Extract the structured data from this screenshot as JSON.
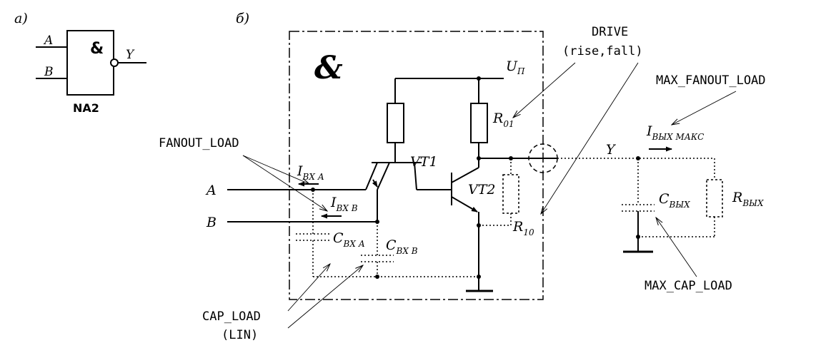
{
  "panel_a": {
    "label": "а)",
    "gate_symbol": "&",
    "input_a": "A",
    "input_b": "B",
    "output": "Y",
    "cell_name": "NA2"
  },
  "panel_b": {
    "label": "б)",
    "gate_symbol": "&",
    "supply": {
      "main": "U",
      "sub": "П"
    },
    "r01": {
      "main": "R",
      "sub": "01"
    },
    "r10": {
      "main": "R",
      "sub": "10"
    },
    "vt1": "VT1",
    "vt2": "VT2",
    "input_a": "A",
    "input_b": "B",
    "output": "Y",
    "iin_a": {
      "main": "I",
      "sub": "ВХ А"
    },
    "iin_b": {
      "main": "I",
      "sub": "ВХ В"
    },
    "cin_a": {
      "main": "C",
      "sub": "ВХ А"
    },
    "cin_b": {
      "main": "C",
      "sub": "ВХ В"
    },
    "iout_max": {
      "main": "I",
      "sub": "ВЫХ МАКС"
    },
    "cout": {
      "main": "C",
      "sub": "ВЫХ"
    },
    "rout": {
      "main": "R",
      "sub": "ВЫХ"
    }
  },
  "annotations": {
    "drive_line1": "DRIVE",
    "drive_line2": "(rise,fall)",
    "max_fanout_load": "MAX_FANOUT_LOAD",
    "fanout_load": "FANOUT_LOAD",
    "cap_load_line1": "CAP_LOAD",
    "cap_load_line2": "(LIN)",
    "max_cap_load": "MAX_CAP_LOAD"
  }
}
